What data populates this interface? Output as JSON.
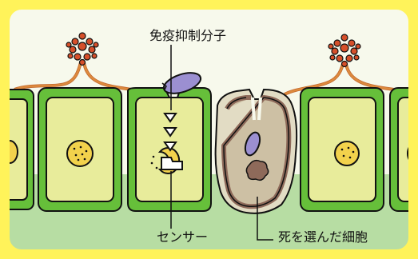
{
  "labels": {
    "inhibitor": "免疫抑制分子",
    "sensor": "センサー",
    "dead_cell": "死を選んだ細胞"
  },
  "colors": {
    "frame": "#FFF35A",
    "panel_top": "#F7F9EC",
    "panel_bottom": "#B7DDA3",
    "cell_wall": "#66BF3A",
    "cytoplasm": "#E8EC9B",
    "nucleus": "#F2D24C",
    "fungus": "#D54F2A",
    "hypha": "#DD8A3D",
    "inhibitor_molecule": "#9B8FD1",
    "dead_cell_body": "#CDC0A4",
    "dead_cell_debris": "#8E6A5A",
    "sensor": "#FFFFFF"
  }
}
